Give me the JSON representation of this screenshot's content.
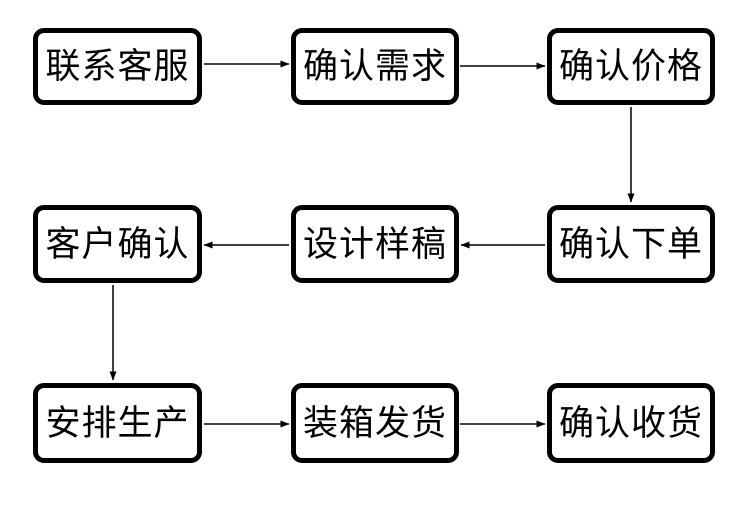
{
  "diagram": {
    "type": "flowchart",
    "background_color": "#ffffff",
    "node_border_color": "#000000",
    "node_fill_color": "#ffffff",
    "node_text_color": "#000000",
    "arrow_color": "#000000",
    "nodes": [
      {
        "id": "contact-support",
        "label": "联系客服",
        "row": 1,
        "col": 1
      },
      {
        "id": "confirm-requirements",
        "label": "确认需求",
        "row": 1,
        "col": 2
      },
      {
        "id": "confirm-price",
        "label": "确认价格",
        "row": 1,
        "col": 3
      },
      {
        "id": "customer-confirm",
        "label": "客户确认",
        "row": 2,
        "col": 1
      },
      {
        "id": "design-draft",
        "label": "设计样稿",
        "row": 2,
        "col": 2
      },
      {
        "id": "confirm-order",
        "label": "确认下单",
        "row": 2,
        "col": 3
      },
      {
        "id": "arrange-production",
        "label": "安排生产",
        "row": 3,
        "col": 1
      },
      {
        "id": "pack-and-ship",
        "label": "装箱发货",
        "row": 3,
        "col": 2
      },
      {
        "id": "confirm-receipt",
        "label": "确认收货",
        "row": 3,
        "col": 3
      }
    ],
    "edges": [
      {
        "from": "联系客服",
        "to": "确认需求",
        "direction": "right"
      },
      {
        "from": "确认需求",
        "to": "确认价格",
        "direction": "right"
      },
      {
        "from": "确认价格",
        "to": "确认下单",
        "direction": "down"
      },
      {
        "from": "确认下单",
        "to": "设计样稿",
        "direction": "left"
      },
      {
        "from": "设计样稿",
        "to": "客户确认",
        "direction": "left"
      },
      {
        "from": "客户确认",
        "to": "安排生产",
        "direction": "down"
      },
      {
        "from": "安排生产",
        "to": "装箱发货",
        "direction": "right"
      },
      {
        "from": "装箱发货",
        "to": "确认收货",
        "direction": "right"
      }
    ]
  }
}
